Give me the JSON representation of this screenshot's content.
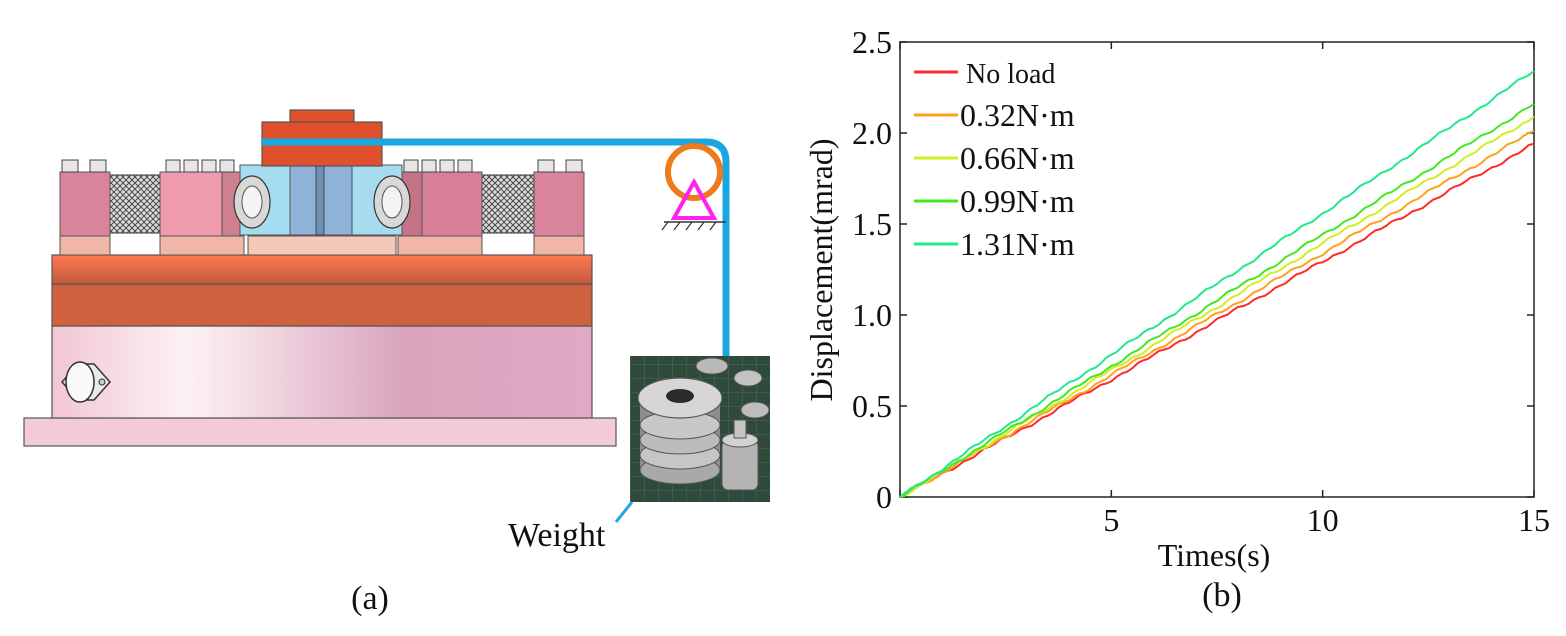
{
  "panel_a": {
    "caption": "(a)",
    "weight_label": "Weight",
    "colors": {
      "cable": "#1aa7e0",
      "pulley": "#ee7a1c",
      "support": "#ff22ee"
    }
  },
  "panel_b": {
    "caption": "(b)"
  },
  "chart_data": {
    "type": "line",
    "title": "",
    "xlabel": "Times(s)",
    "ylabel": "Displacement(mrad)",
    "xlim": [
      0,
      15
    ],
    "ylim": [
      0,
      2.5
    ],
    "xticks": [
      0,
      5,
      10,
      15
    ],
    "yticks": [
      0,
      0.5,
      1.0,
      1.5,
      2.0,
      2.5
    ],
    "xtick_labels": [
      "",
      "5",
      "10",
      "15"
    ],
    "ytick_labels": [
      "0",
      "0.5",
      "1.0",
      "1.5",
      "2.0",
      "2.5"
    ],
    "grid": false,
    "legend_position": "top-left",
    "series": [
      {
        "name": "No load",
        "color": "#ff2a2a",
        "x": [
          0,
          15
        ],
        "y": [
          0,
          1.94
        ]
      },
      {
        "name": "0.32N·m",
        "color": "#ffa020",
        "x": [
          0,
          15
        ],
        "y": [
          0,
          2.01
        ]
      },
      {
        "name": "0.66N·m",
        "color": "#d4ec20",
        "x": [
          0,
          15
        ],
        "y": [
          0,
          2.09
        ]
      },
      {
        "name": "0.99N·m",
        "color": "#44e822",
        "x": [
          0,
          15
        ],
        "y": [
          0,
          2.16
        ]
      },
      {
        "name": "1.31N·m",
        "color": "#22e88a",
        "x": [
          0,
          15
        ],
        "y": [
          0,
          2.34
        ]
      }
    ]
  }
}
